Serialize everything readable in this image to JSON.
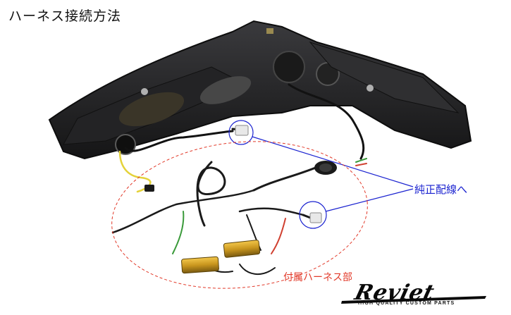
{
  "title": "ハーネス接続方法",
  "labels": {
    "genuine_wiring": "純正配線へ",
    "included_harness": "付属ハーネス部"
  },
  "logo": {
    "brand": "Reviet",
    "tagline": "HIGH QUALITY CUSTOM PARTS"
  },
  "colors": {
    "callout_blue": "#1a22d0",
    "callout_red": "#e23a2a",
    "housing": "#2b2b2d",
    "resistor_gold": "#c9961e"
  }
}
